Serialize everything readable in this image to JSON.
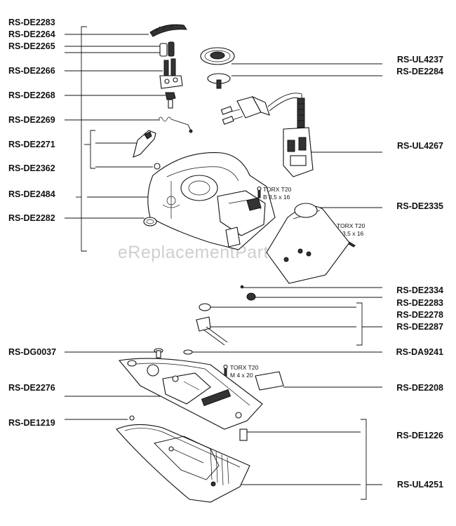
{
  "watermark": "eReplacementParts.com",
  "left_labels": [
    "RS-DE2283",
    "RS-DE2264",
    "RS-DE2265",
    "RS-DE2266",
    "RS-DE2268",
    "RS-DE2269",
    "RS-DE2271",
    "RS-DE2362",
    "RS-DE2484",
    "RS-DE2282",
    "RS-DG0037",
    "RS-DE2276",
    "RS-DE1219"
  ],
  "right_labels": [
    "RS-UL4237",
    "RS-DE2284",
    "RS-UL4267",
    "RS-DE2335",
    "RS-DE2334",
    "RS-DE2283",
    "RS-DE2278",
    "RS-DE2287",
    "RS-DA9241",
    "RS-DE2208",
    "RS-DE1226",
    "RS-UL4251"
  ],
  "screw_notes": [
    {
      "line1": "TORX T20",
      "line2": "B 3,5 x 16"
    },
    {
      "line1": "TORX T20",
      "line2": "B 3,5 x 16"
    },
    {
      "line1": "TORX T20",
      "line2": "M 4 x 20"
    }
  ]
}
